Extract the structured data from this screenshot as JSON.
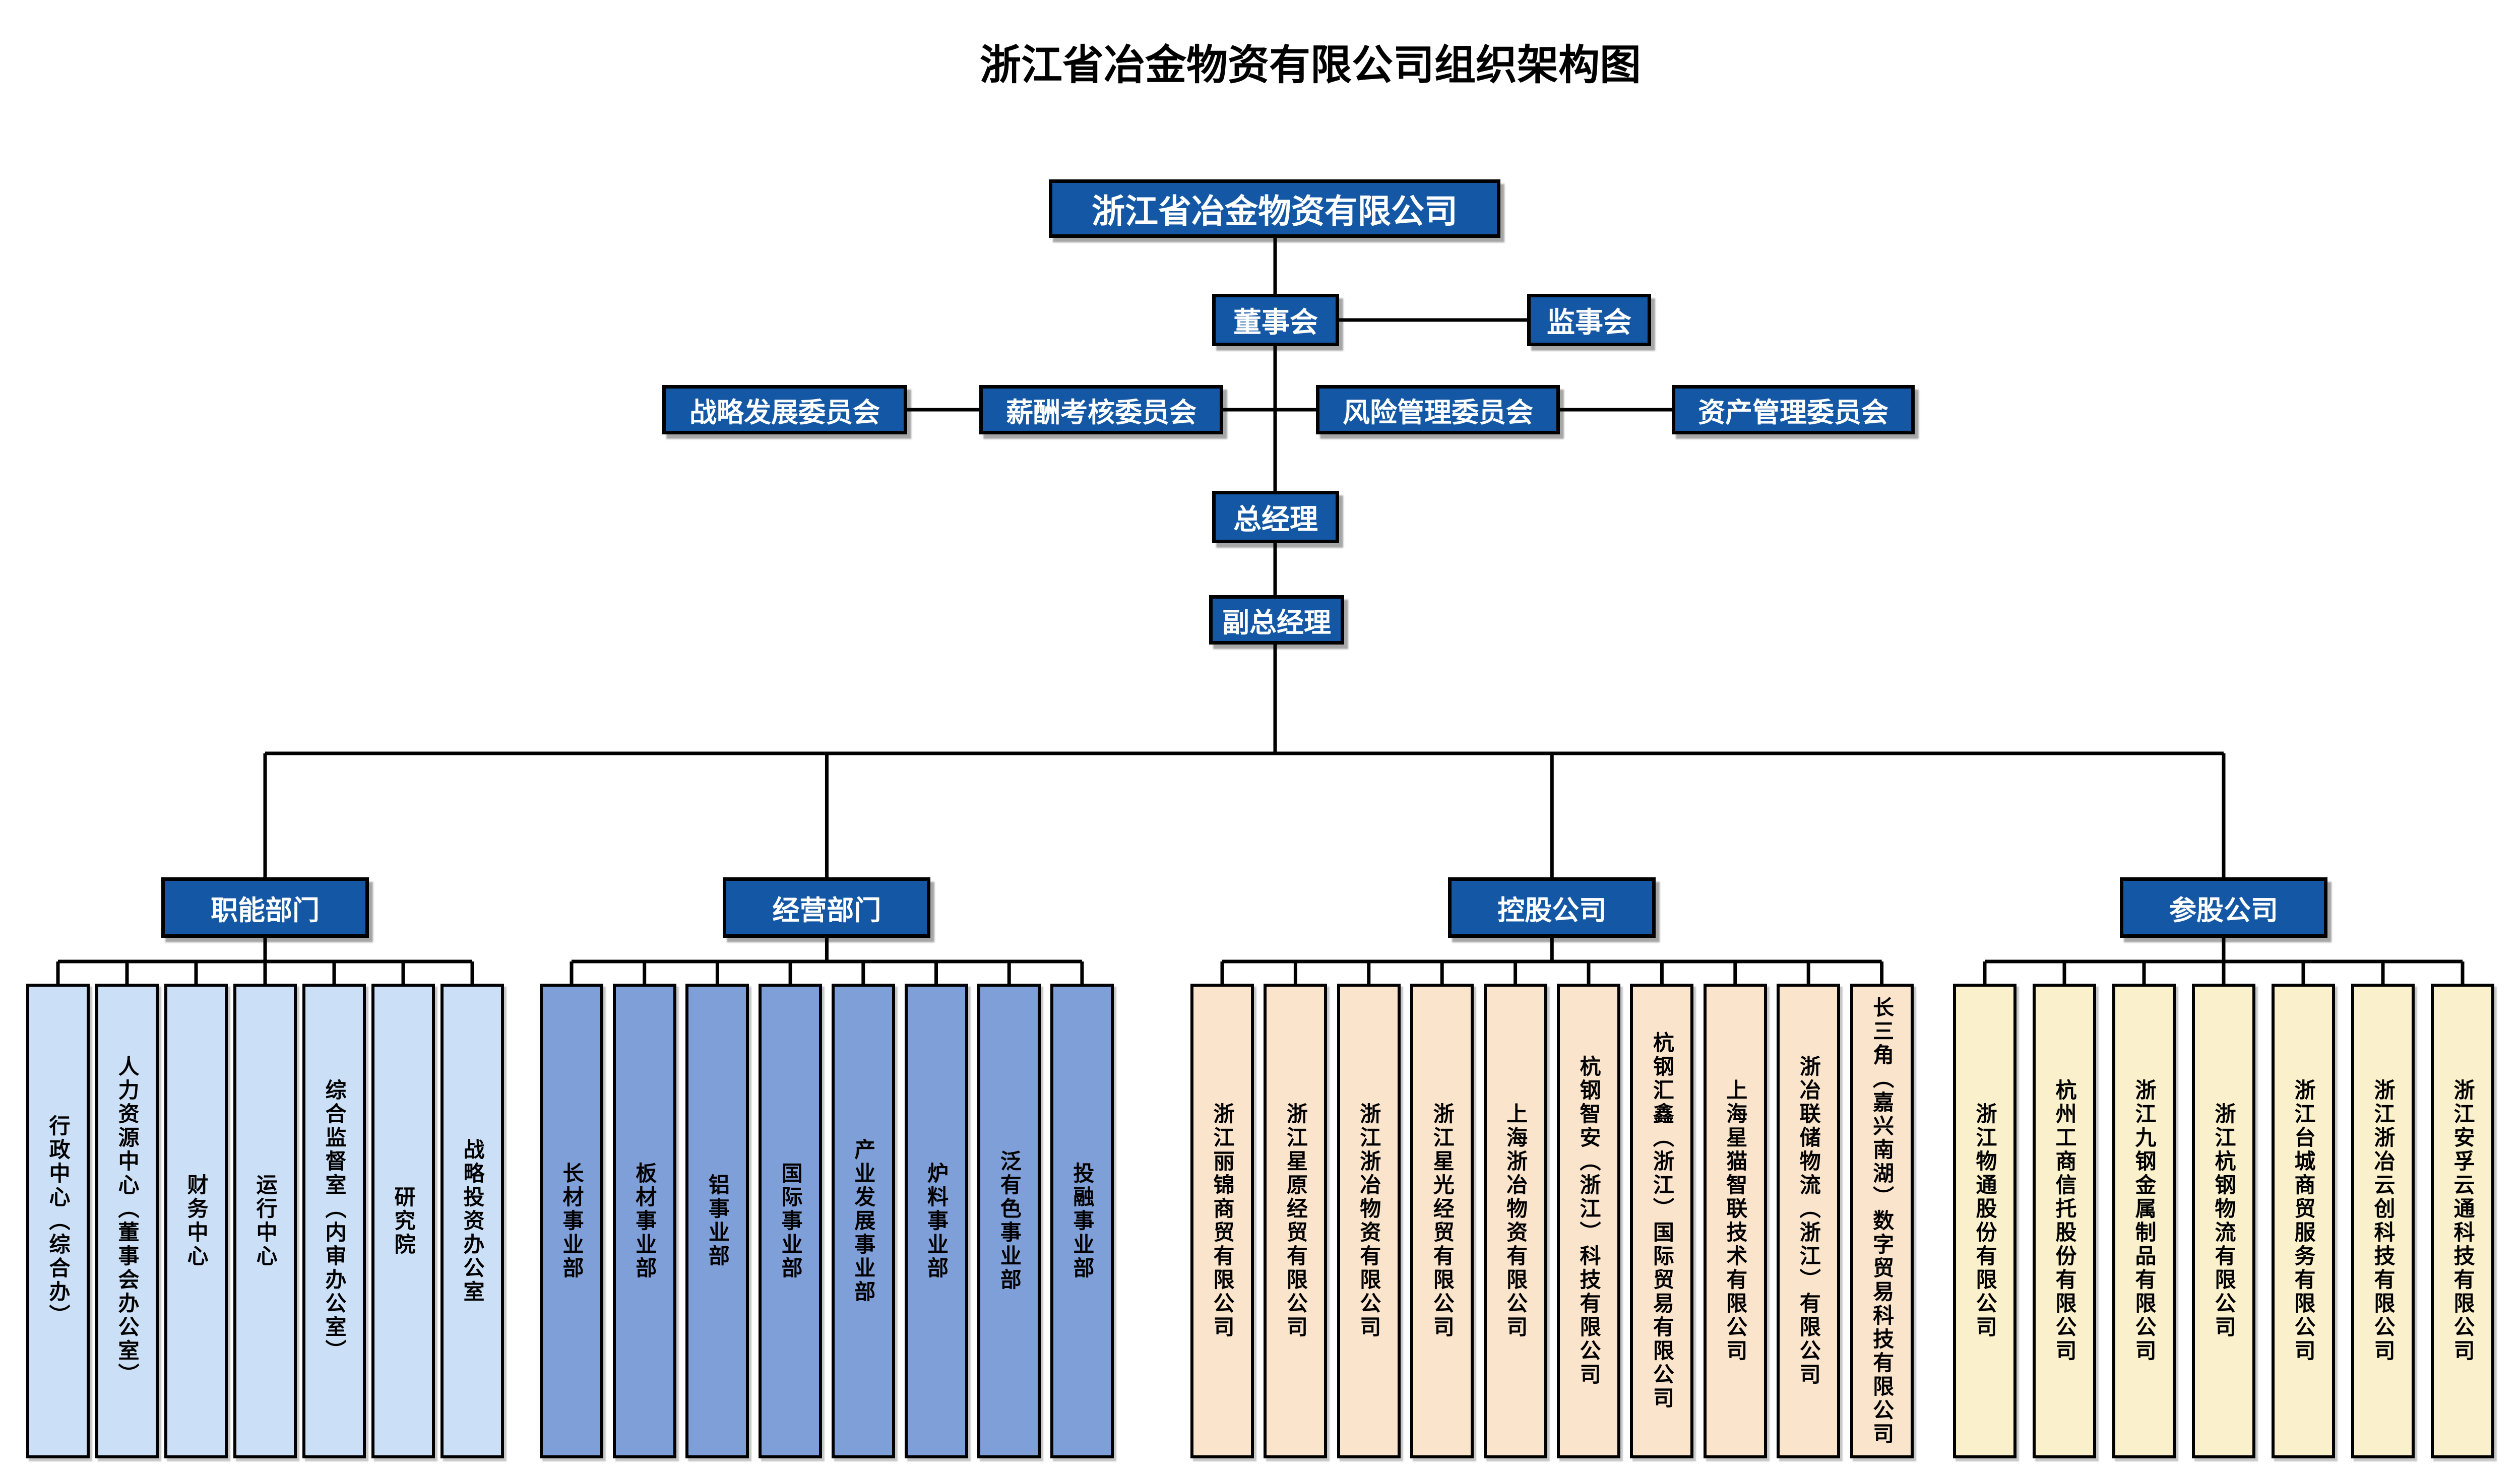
{
  "title": "浙江省冶金物资有限公司组织架构图",
  "colors": {
    "node_blue": "#1357A5",
    "functional_fill": "#CBE0F7",
    "business_fill": "#7F9FD8",
    "holding_fill": "#FAE4CC",
    "invested_fill": "#FAF0CB",
    "line_color": "#000000"
  },
  "nodes": {
    "root": "浙江省冶金物资有限公司",
    "board": "董事会",
    "supervisory": "监事会",
    "committees": [
      "战略发展委员会",
      "薪酬考核委员会",
      "风险管理委员会",
      "资产管理委员会"
    ],
    "general_manager": "总经理",
    "deputy_general_manager": "副总经理"
  },
  "branches": [
    {
      "label": "职能部门",
      "fill": "#CBE0F7",
      "children": [
        "行政中心（综合办）",
        "人力资源中心（董事会办公室）",
        "财务中心",
        "运行中心",
        "综合监督室（内审办公室）",
        "研究院",
        "战略投资办公室"
      ]
    },
    {
      "label": "经营部门",
      "fill": "#7F9FD8",
      "children": [
        "长材事业部",
        "板材事业部",
        "铝事业部",
        "国际事业部",
        "产业发展事业部",
        "炉料事业部",
        "泛有色事业部",
        "投融事业部"
      ]
    },
    {
      "label": "控股公司",
      "fill": "#FAE4CC",
      "children": [
        "浙江丽锦商贸有限公司",
        "浙江星原经贸有限公司",
        "浙江浙冶物资有限公司",
        "浙江星光经贸有限公司",
        "上海浙冶物资有限公司",
        "杭钢智安（浙江）科技有限公司",
        "杭钢汇鑫（浙江）国际贸易有限公司",
        "上海星猫智联技术有限公司",
        "浙冶联储物流（浙江）有限公司",
        "长三角（嘉兴南湖）数字贸易科技有限公司"
      ]
    },
    {
      "label": "参股公司",
      "fill": "#FAF0CB",
      "children": [
        "浙江物通股份有限公司",
        "杭州工商信托股份有限公司",
        "浙江九钢金属制品有限公司",
        "浙江杭钢物流有限公司",
        "浙江台城商贸服务有限公司",
        "浙江浙冶云创科技有限公司",
        "浙江安孚云通科技有限公司"
      ]
    }
  ]
}
